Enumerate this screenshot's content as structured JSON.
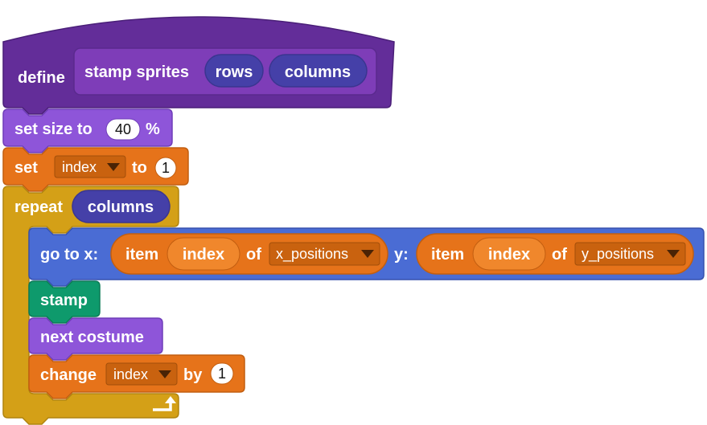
{
  "define_block": {
    "keyword": "define",
    "proc_name": "stamp sprites",
    "params": [
      "rows",
      "columns"
    ]
  },
  "set_size": {
    "prefix": "set size to",
    "value": "40",
    "suffix": "%"
  },
  "set_var": {
    "prefix": "set",
    "variable": "index",
    "to": "to",
    "value": "1"
  },
  "repeat": {
    "keyword": "repeat",
    "count_var": "columns"
  },
  "goto": {
    "prefix": "go to x:",
    "x_item": {
      "word": "item",
      "index_var": "index",
      "of": "of",
      "list": "x_positions"
    },
    "y_label": "y:",
    "y_item": {
      "word": "item",
      "index_var": "index",
      "of": "of",
      "list": "y_positions"
    }
  },
  "stamp": {
    "label": "stamp"
  },
  "next_costume": {
    "label": "next costume"
  },
  "change": {
    "prefix": "change",
    "variable": "index",
    "by": "by",
    "value": "1"
  },
  "colors": {
    "my_blocks": "#632D99",
    "looks": "#8E55D9",
    "variables": "#E6731A",
    "control": "#D4A017",
    "motion": "#4A6CD4",
    "pen": "#0E9A6C"
  },
  "icons": {
    "repeat_arrow": "loop-arrow-icon",
    "dropdown": "triangle-down-icon"
  }
}
